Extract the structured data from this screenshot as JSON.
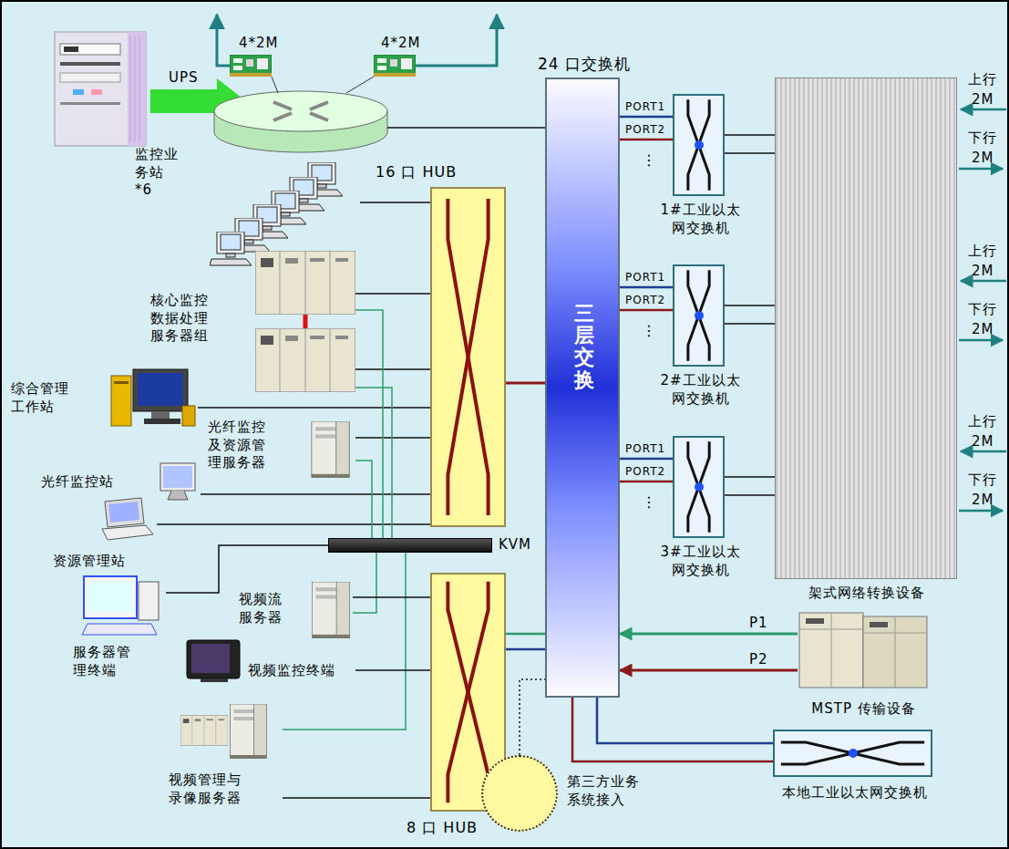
{
  "diagram": {
    "nodes": [
      {
        "text": [
          "24 口交换机",
          "三层交换"
        ]
      },
      {
        "text": [
          "16 口 HUB"
        ]
      },
      {
        "text": [
          "8 口 HUB"
        ]
      },
      {
        "text": [
          "监控业 务站*6"
        ]
      },
      {
        "text": [
          "核心监控 数据处理 服务器组"
        ]
      },
      {
        "text": [
          "综合管理 工作站"
        ]
      },
      {
        "text": [
          "光纤监控 及资源管 理服务器"
        ]
      },
      {
        "text": [
          "光纤监控站"
        ]
      },
      {
        "text": [
          "资源管理站"
        ]
      },
      {
        "text": [
          "KVM"
        ]
      },
      {
        "text": [
          "服务器管 理终端"
        ]
      },
      {
        "text": [
          "视频流 服务器"
        ]
      },
      {
        "text": [
          "视频监控终端"
        ]
      },
      {
        "text": [
          "视频管理与 录像服务器"
        ]
      },
      {
        "text": [
          "第三方业务 系统接入"
        ]
      },
      {
        "text": [
          "本地工业以太网交换机"
        ]
      },
      {
        "text": [
          "MSTP 传输设备"
        ]
      },
      {
        "text": [
          "1#工业以太 网交换机"
        ]
      },
      {
        "text": [
          "2#工业以太 网交换机"
        ]
      },
      {
        "text": [
          "3#工业以太 网交换机"
        ]
      },
      {
        "text": [
          "架式网络转换设备"
        ]
      }
    ],
    "edges": [
      {
        "from": 3,
        "to": 1,
        "arrow": "none"
      },
      {
        "from": 4,
        "to": 1,
        "arrow": "none"
      },
      {
        "from": 4,
        "to": 1,
        "arrow": "none"
      },
      {
        "from": 5,
        "to": 1,
        "arrow": "none"
      },
      {
        "from": 6,
        "to": 1,
        "arrow": "none"
      },
      {
        "from": 7,
        "to": 1,
        "arrow": "none"
      },
      {
        "from": 8,
        "to": 1,
        "arrow": "none"
      },
      {
        "from": 1,
        "to": 0,
        "arrow": "none"
      },
      {
        "from": 9,
        "to": 4,
        "arrow": "none"
      },
      {
        "from": 9,
        "to": 4,
        "arrow": "none"
      },
      {
        "from": 9,
        "to": 6,
        "arrow": "none"
      },
      {
        "from": 9,
        "to": 11,
        "arrow": "none"
      },
      {
        "from": 9,
        "to": 13,
        "arrow": "none"
      },
      {
        "from": 10,
        "to": 9,
        "arrow": "none"
      },
      {
        "from": 11,
        "to": 2,
        "arrow": "none"
      },
      {
        "from": 12,
        "to": 2,
        "arrow": "none"
      },
      {
        "from": 13,
        "to": 2,
        "arrow": "none"
      },
      {
        "from": 2,
        "to": 0,
        "arrow": "none"
      },
      {
        "from": 2,
        "to": 0,
        "arrow": "none"
      },
      {
        "from": 14,
        "to": 0,
        "arrow": "none"
      },
      {
        "from": 0,
        "to": 17,
        "label": "PORT1",
        "arrow": "none"
      },
      {
        "from": 0,
        "to": 17,
        "label": "PORT2",
        "arrow": "none"
      },
      {
        "from": 0,
        "to": 18,
        "label": "PORT1",
        "arrow": "none"
      },
      {
        "from": 0,
        "to": 18,
        "label": "PORT2",
        "arrow": "none"
      },
      {
        "from": 0,
        "to": 19,
        "label": "PORT1",
        "arrow": "none"
      },
      {
        "from": 0,
        "to": 19,
        "label": "PORT2",
        "arrow": "none"
      },
      {
        "from": 17,
        "to": 20,
        "arrow": "none"
      },
      {
        "from": 17,
        "to": 20,
        "arrow": "none"
      },
      {
        "from": 18,
        "to": 20,
        "arrow": "none"
      },
      {
        "from": 18,
        "to": 20,
        "arrow": "none"
      },
      {
        "from": 19,
        "to": 20,
        "arrow": "none"
      },
      {
        "from": 19,
        "to": 20,
        "arrow": "none"
      },
      {
        "from": 16,
        "to": 0,
        "label": "P1",
        "arrow": "to"
      },
      {
        "from": 16,
        "to": 0,
        "label": "P2",
        "arrow": "to"
      },
      {
        "from": 0,
        "to": 15,
        "arrow": "none"
      },
      {
        "from": 0,
        "to": 15,
        "arrow": "none"
      }
    ],
    "labels": [
      "UPS",
      "4*2M",
      "4*2M",
      "⋮",
      "⋮",
      "⋮",
      "上行",
      "2M",
      "下行",
      "2M",
      "上行",
      "2M",
      "下行",
      "2M",
      "上行",
      "2M",
      "下行",
      "2M"
    ]
  }
}
